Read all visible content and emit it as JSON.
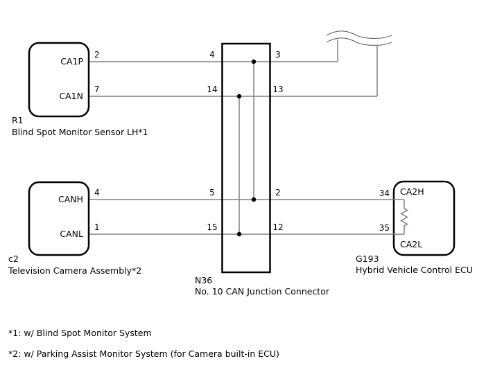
{
  "connectors": {
    "r1": {
      "code": "R1",
      "label": "Blind Spot Monitor Sensor LH*1",
      "pin_top_name": "CA1P",
      "pin_bottom_name": "CA1N",
      "pin_top_no": "2",
      "pin_bottom_no": "7"
    },
    "c2": {
      "code": "c2",
      "label": "Television Camera Assembly*2",
      "pin_top_name": "CANH",
      "pin_bottom_name": "CANL",
      "pin_top_no": "4",
      "pin_bottom_no": "1"
    },
    "g193": {
      "code": "G193",
      "label": "Hybrid Vehicle Control ECU",
      "pin_top_name": "CA2H",
      "pin_bottom_name": "CA2L",
      "pin_top_no": "34",
      "pin_bottom_no": "35"
    },
    "n36": {
      "code": "N36",
      "label": "No. 10 CAN Junction Connector",
      "left_pins": [
        "4",
        "14",
        "5",
        "15"
      ],
      "right_pins": [
        "3",
        "13",
        "2",
        "12"
      ]
    }
  },
  "footnotes": [
    "*1: w/ Blind Spot Monitor System",
    "*2: w/ Parking Assist Monitor System (for Camera built-in ECU)"
  ],
  "colors": {
    "wire": "#808080",
    "break_symbol": "#666666",
    "outline": "#000000",
    "dot": "#000000",
    "background": "#ffffff"
  }
}
